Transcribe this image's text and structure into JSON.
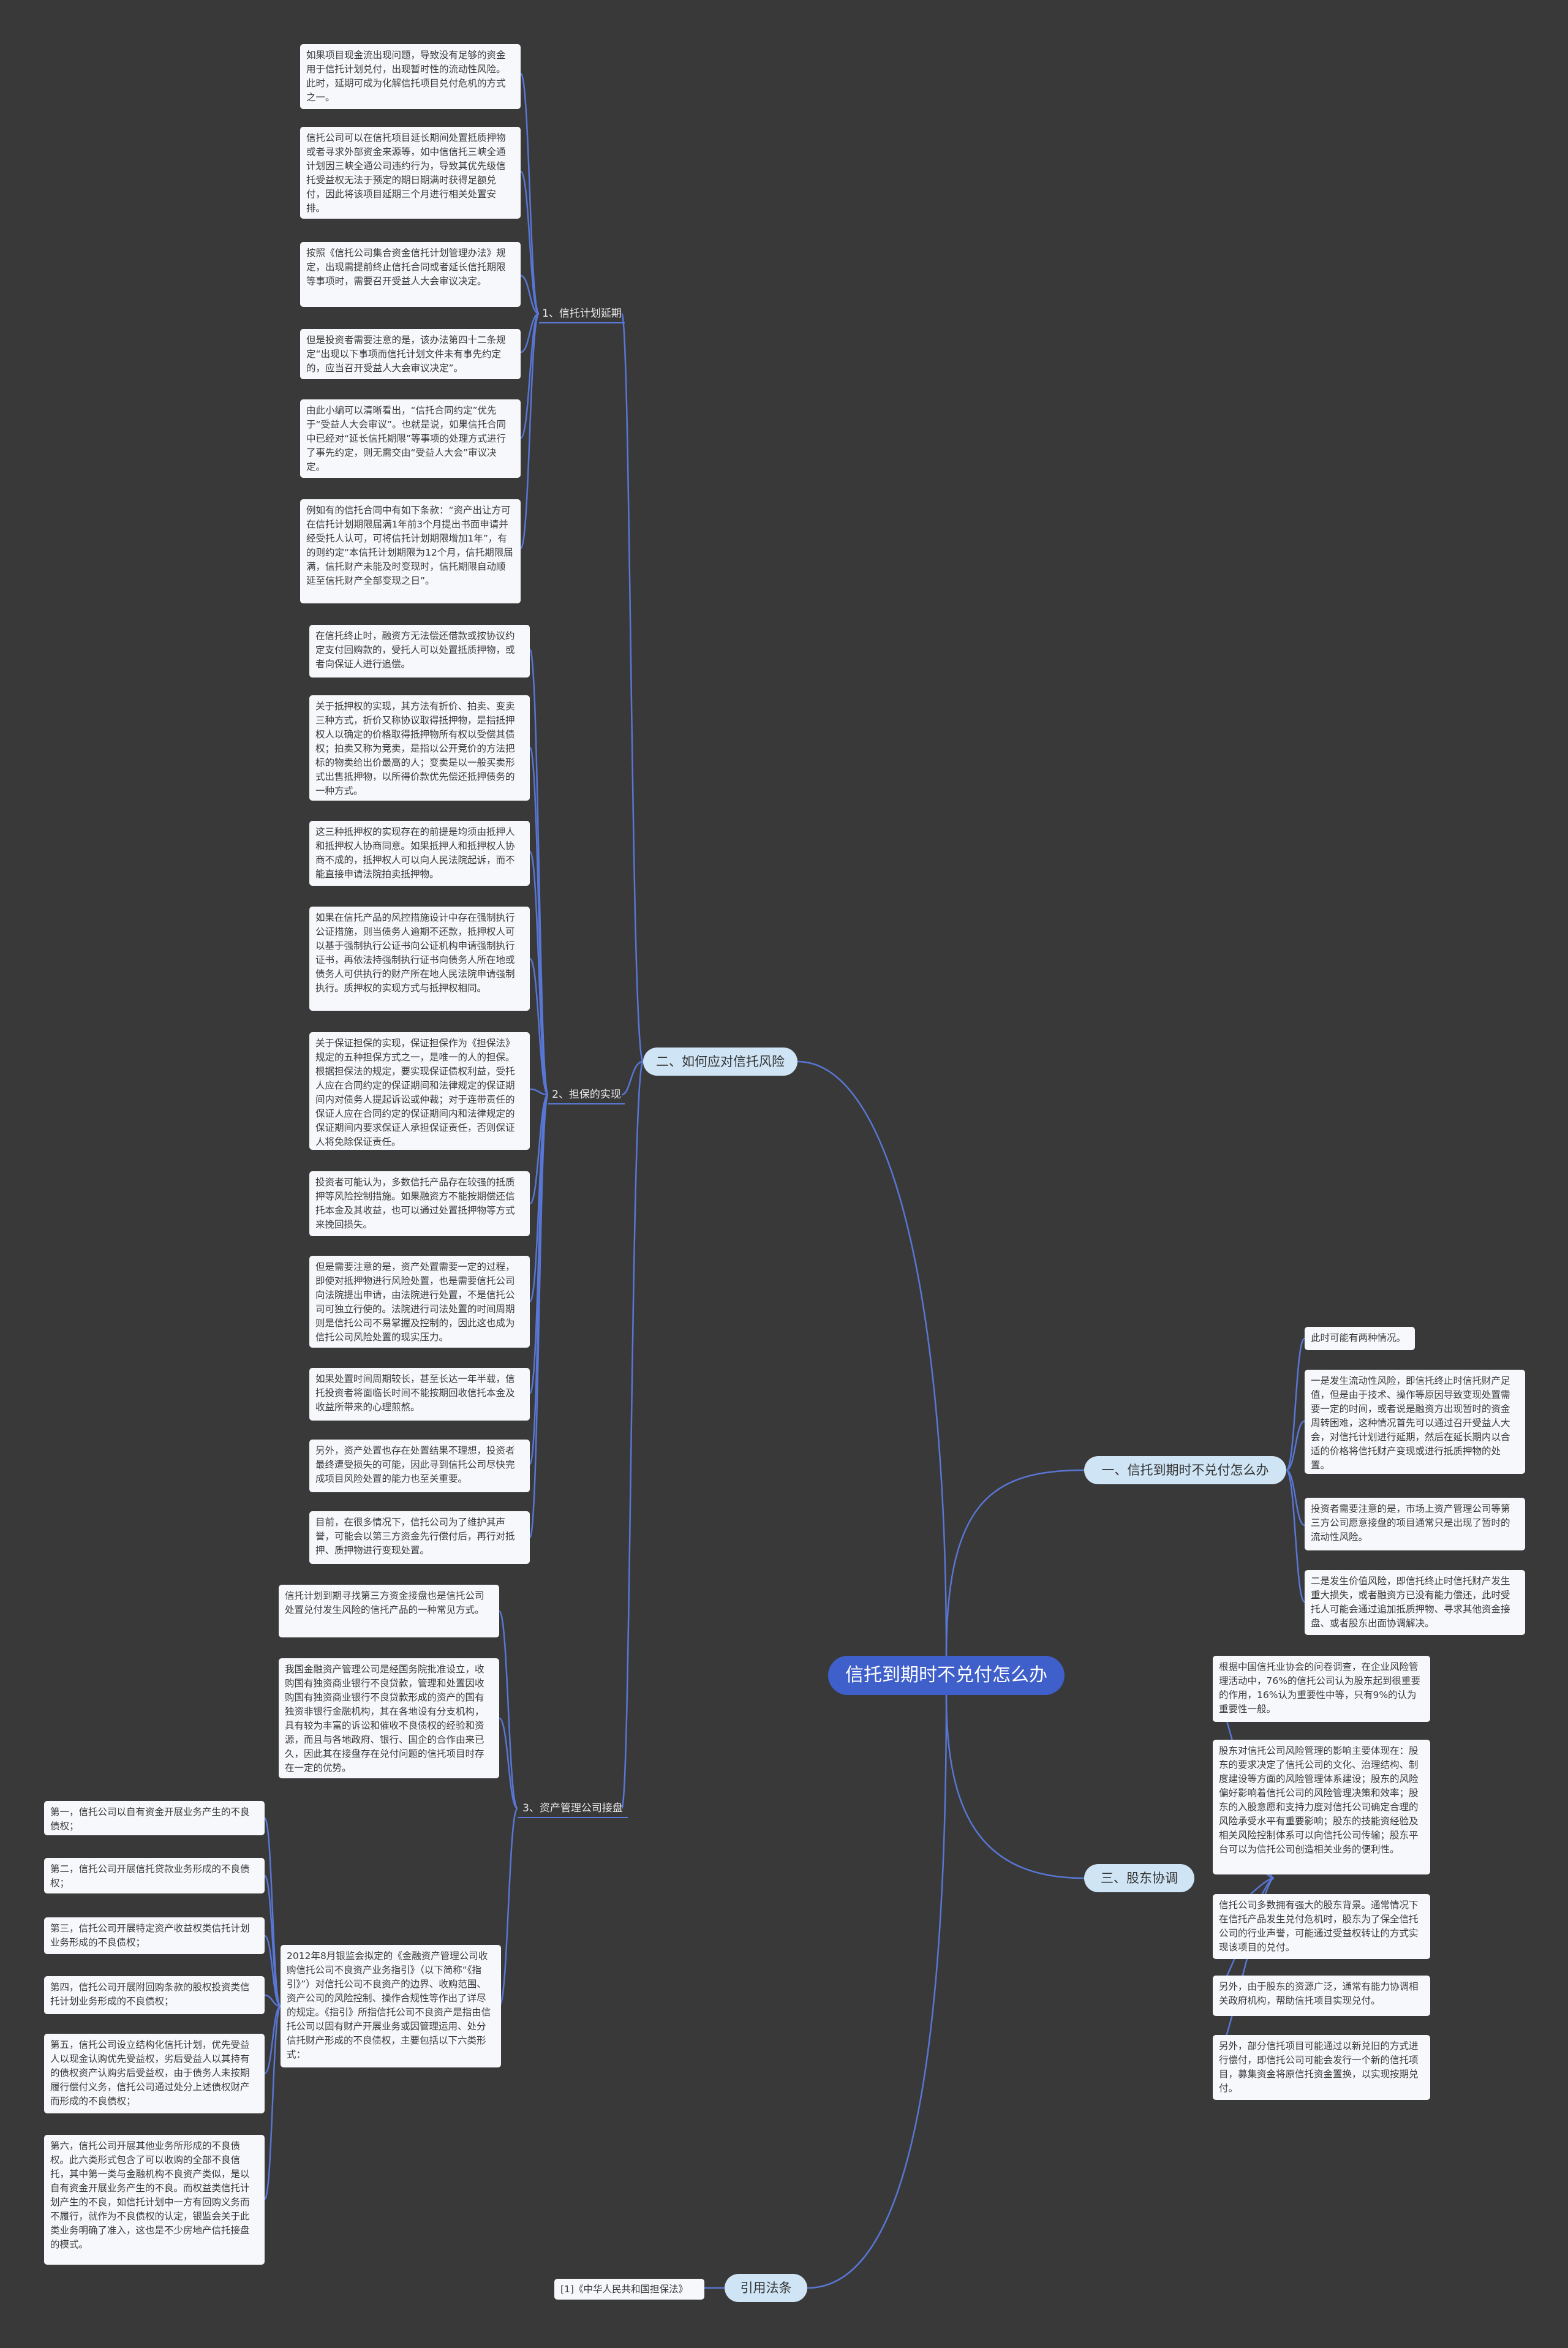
{
  "root": {
    "label": "信托到期时不兑付怎么办"
  },
  "branches": {
    "b1": {
      "label": "一、信托到期时不兑付怎么办"
    },
    "b2": {
      "label": "二、如何应对信托风险"
    },
    "b3": {
      "label": "三、股东协调"
    },
    "b4": {
      "label": "引用法条"
    }
  },
  "subs": {
    "s1": {
      "label": "1、信托计划延期"
    },
    "s2": {
      "label": "2、担保的实现"
    },
    "s3": {
      "label": "3、资产管理公司接盘"
    }
  },
  "leaves": {
    "r1": [
      "此时可能有两种情况。"
    ],
    "r2": [
      "一是发生流动性风险，即信托终止时信托财产足值，但是由于技术、操作等原因导致变现处置需要一定的时间，或者说是融资方出现暂时的资金周转困难，这种情况首先可以通过召开受益人大会，对信托计划进行延期，然后在延长期内以合适的价格将信托财产变现或进行抵质押物的处置。"
    ],
    "r3": [
      "投资者需要注意的是，市场上资产管理公司等第三方公司愿意接盘的项目通常只是出现了暂时的流动性风险。"
    ],
    "r4": [
      "二是发生价值风险，即信托终止时信托财产发生重大损失，或者融资方已没有能力偿还，此时受托人可能会通过追加抵质押物、寻求其他资金接盘、或者股东出面协调解决。"
    ],
    "r5": [
      "根据中国信托业协会的问卷调查，在企业风险管理活动中，76%的信托公司认为股东起到很重要的作用，16%认为重要性中等，只有9%的认为重要性一般。"
    ],
    "r6": [
      "股东对信托公司风险管理的影响主要体现在：股东的要求决定了信托公司的文化、治理结构、制度建设等方面的风险管理体系建设；股东的风险偏好影响着信托公司的风险管理决策和效率；股东的入股意愿和支持力度对信托公司确定合理的风险承受水平有重要影响；股东的技能资经验及相关风险控制体系可以向信托公司传输；股东平台可以为信托公司创造相关业务的便利性。"
    ],
    "r7": [
      "信托公司多数拥有强大的股东背景。通常情况下在信托产品发生兑付危机时，股东为了保全信托公司的行业声誉，可能通过受益权转让的方式实现该项目的兑付。"
    ],
    "r8": [
      "另外，由于股东的资源广泛，通常有能力协调相关政府机构，帮助信托项目实现兑付。"
    ],
    "r9": [
      "另外，部分信托项目可能通过以新兑旧的方式进行偿付，即信托公司可能会发行一个新的信托项目，募集资金将原信托资金置换，以实现按期兑付。"
    ],
    "a1": [
      "如果项目现金流出现问题，导致没有足够的资金用于信托计划兑付，出现暂时性的流动性风险。此时，延期可成为化解信托项目兑付危机的方式之一。"
    ],
    "a2": [
      "信托公司可以在信托项目延长期间处置抵质押物或者寻求外部资金来源等，如中信信托三峡全通计划因三峡全通公司违约行为，导致其优先级信托受益权无法于预定的期日期满时获得足额兑付，因此将该项目延期三个月进行相关处置安排。"
    ],
    "a3": [
      "按照《信托公司集合资金信托计划管理办法》规定，出现需提前终止信托合同或者延长信托期限等事项时，需要召开受益人大会审议决定。"
    ],
    "a4": [
      "但是投资者需要注意的是，该办法第四十二条规定“出现以下事项而信托计划文件未有事先约定的，应当召开受益人大会审议决定”。"
    ],
    "a5": [
      "由此小编可以清晰看出，“信托合同约定”优先于“受益人大会审议”。也就是说，如果信托合同中已经对“延长信托期限”等事项的处理方式进行了事先约定，则无需交由“受益人大会”审议决定。"
    ],
    "a6": [
      "例如有的信托合同中有如下条款：“资产出让方可在信托计划期限届满1年前3个月提出书面申请并经受托人认可，可将信托计划期限增加1年”，有的则约定“本信托计划期限为12个月，信托期限届满，信托财产未能及时变现时，信托期限自动顺延至信托财产全部变现之日”。"
    ],
    "c1": [
      "在信托终止时，融资方无法偿还借款或按协议约定支付回购款的，受托人可以处置抵质押物，或者向保证人进行追偿。"
    ],
    "c2": [
      "关于抵押权的实现，其方法有折价、拍卖、变卖三种方式，折价又称协议取得抵押物，是指抵押权人以确定的价格取得抵押物所有权以受偿其债权；拍卖又称为竞卖，是指以公开竞价的方法把标的物卖给出价最高的人；变卖是以一般买卖形式出售抵押物，以所得价款优先偿还抵押债务的一种方式。"
    ],
    "c3": [
      "这三种抵押权的实现存在的前提是均须由抵押人和抵押权人协商同意。如果抵押人和抵押权人协商不成的，抵押权人可以向人民法院起诉，而不能直接申请法院拍卖抵押物。"
    ],
    "c4": [
      "如果在信托产品的风控措施设计中存在强制执行公证措施，则当债务人逾期不还款，抵押权人可以基于强制执行公证书向公证机构申请强制执行证书，再依法持强制执行证书向债务人所在地或债务人可供执行的财产所在地人民法院申请强制执行。质押权的实现方式与抵押权相同。"
    ],
    "c5": [
      "关于保证担保的实现，保证担保作为《担保法》规定的五种担保方式之一，是唯一的人的担保。根据担保法的规定，要实现保证债权利益，受托人应在合同约定的保证期间和法律规定的保证期间内对债务人提起诉讼或仲裁；对于连带责任的保证人应在合同约定的保证期间内和法律规定的保证期间内要求保证人承担保证责任，否则保证人将免除保证责任。"
    ],
    "c6": [
      "投资者可能认为，多数信托产品存在较强的抵质押等风险控制措施。如果融资方不能按期偿还信托本金及其收益，也可以通过处置抵押物等方式来挽回损失。"
    ],
    "c7": [
      "但是需要注意的是，资产处置需要一定的过程，即使对抵押物进行风险处置，也是需要信托公司向法院提出申请，由法院进行处置，不是信托公司可独立行使的。法院进行司法处置的时间周期则是信托公司不易掌握及控制的，因此这也成为信托公司风险处置的现实压力。"
    ],
    "c8": [
      "如果处置时间周期较长，甚至长达一年半载，信托投资者将面临长时间不能按期回收信托本金及收益所带来的心理煎熬。"
    ],
    "c9": [
      "另外，资产处置也存在处置结果不理想，投资者最终遭受损失的可能，因此寻到信托公司尽快完成项目风险处置的能力也至关重要。"
    ],
    "c10": [
      "目前，在很多情况下，信托公司为了维护其声誉，可能会以第三方资金先行偿付后，再行对抵押、质押物进行变现处置。"
    ],
    "d1": [
      "信托计划到期寻找第三方资金接盘也是信托公司处置兑付发生风险的信托产品的一种常见方式。"
    ],
    "d2": [
      "我国金融资产管理公司是经国务院批准设立，收购国有独资商业银行不良贷款，管理和处置因收购国有独资商业银行不良贷款形成的资产的国有独资非银行金融机构，其在各地设有分支机构，具有较为丰富的诉讼和催收不良债权的经验和资源，而且与各地政府、银行、国企的合作由来已久，因此其在接盘存在兑付问题的信托项目时存在一定的优势。"
    ],
    "d3": [
      "2012年8月银监会拟定的《金融资产管理公司收购信托公司不良资产业务指引》（以下简称“《指引》”）对信托公司不良资产的边界、收购范围、资产公司的风险控制、操作合规性等作出了详尽的规定。《指引》所指信托公司不良资产是指由信托公司以固有财产开展业务或因管理运用、处分信托财产形成的不良债权，主要包括以下六类形式："
    ],
    "e1": [
      "第一，信托公司以自有资金开展业务产生的不良债权；"
    ],
    "e2": [
      "第二，信托公司开展信托贷款业务形成的不良债权；"
    ],
    "e3": [
      "第三，信托公司开展特定资产收益权类信托计划业务形成的不良债权；"
    ],
    "e4": [
      "第四，信托公司开展附回购条款的股权投资类信托计划业务形成的不良债权；"
    ],
    "e5": [
      "第五，信托公司设立结构化信托计划，优先受益人以现金认购优先受益权，劣后受益人以其持有的债权资产认购劣后受益权，由于债务人未按期履行偿付义务，信托公司通过处分上述债权财产而形成的不良债权；"
    ],
    "e6": [
      "第六，信托公司开展其他业务所形成的不良债权。此六类形式包含了可以收购的全部不良信托，其中第一类与金融机构不良资产类似，是以自有资金开展业务产生的不良。而权益类信托计划产生的不良，如信托计划中一方有回购义务而不履行，就作为不良债权的认定，银监会关于此类业务明确了准入，这也是不少房地产信托接盘的模式。"
    ],
    "f1": [
      "[1]《中华人民共和国担保法》"
    ]
  }
}
